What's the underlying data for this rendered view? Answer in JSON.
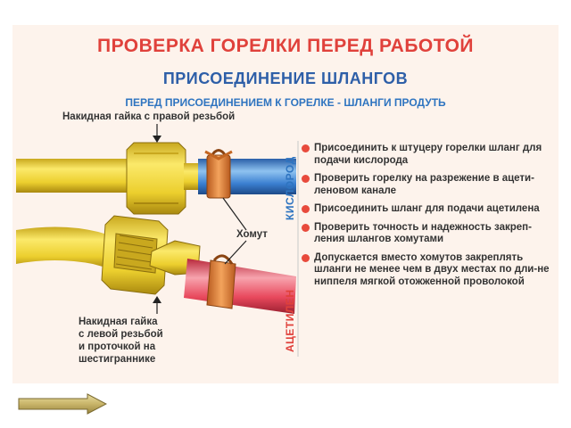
{
  "title": "ПРОВЕРКА ГОРЕЛКИ ПЕРЕД РАБОТОЙ",
  "subtitle": "ПРИСОЕДИНЕНИЕ ШЛАНГОВ",
  "note": "ПЕРЕД ПРИСОЕДИНЕНИЕМ К ГОРЕЛКЕ - ШЛАНГИ ПРОДУТЬ",
  "labels": {
    "nut_right": "Накидная гайка с правой резьбой",
    "clamp": "Хомут",
    "nut_left": [
      "Накидная гайка",
      "с левой резьбой",
      "и проточкой на",
      "шестиграннике"
    ],
    "oxygen": "КИСЛОРОД",
    "acetylene": "АЦЕТИЛЕН"
  },
  "steps": [
    "Присоединить к штуцеру горелки шланг для подачи кислорода",
    "Проверить горелку на разрежение в ацети-леновом канале",
    "Присоединить шланг для подачи ацетилена",
    "Проверить точность и надежность закреп-ления шлангов хомутами",
    "Допускается вместо хомутов закреплять шланги не менее чем в двух местах по дли-не ниппеля мягкой отожженной проволокой"
  ],
  "colors": {
    "title": "#e0413b",
    "subtitle": "#2e5fa8",
    "oxygen_hose": "#3a7fd0",
    "acetylene_hose": "#e8485c",
    "brass": "#f0d43a",
    "clamp": "#e07a30",
    "bullet": "#e84a3c"
  },
  "nav": {
    "next_icon": "arrow-right-icon"
  }
}
